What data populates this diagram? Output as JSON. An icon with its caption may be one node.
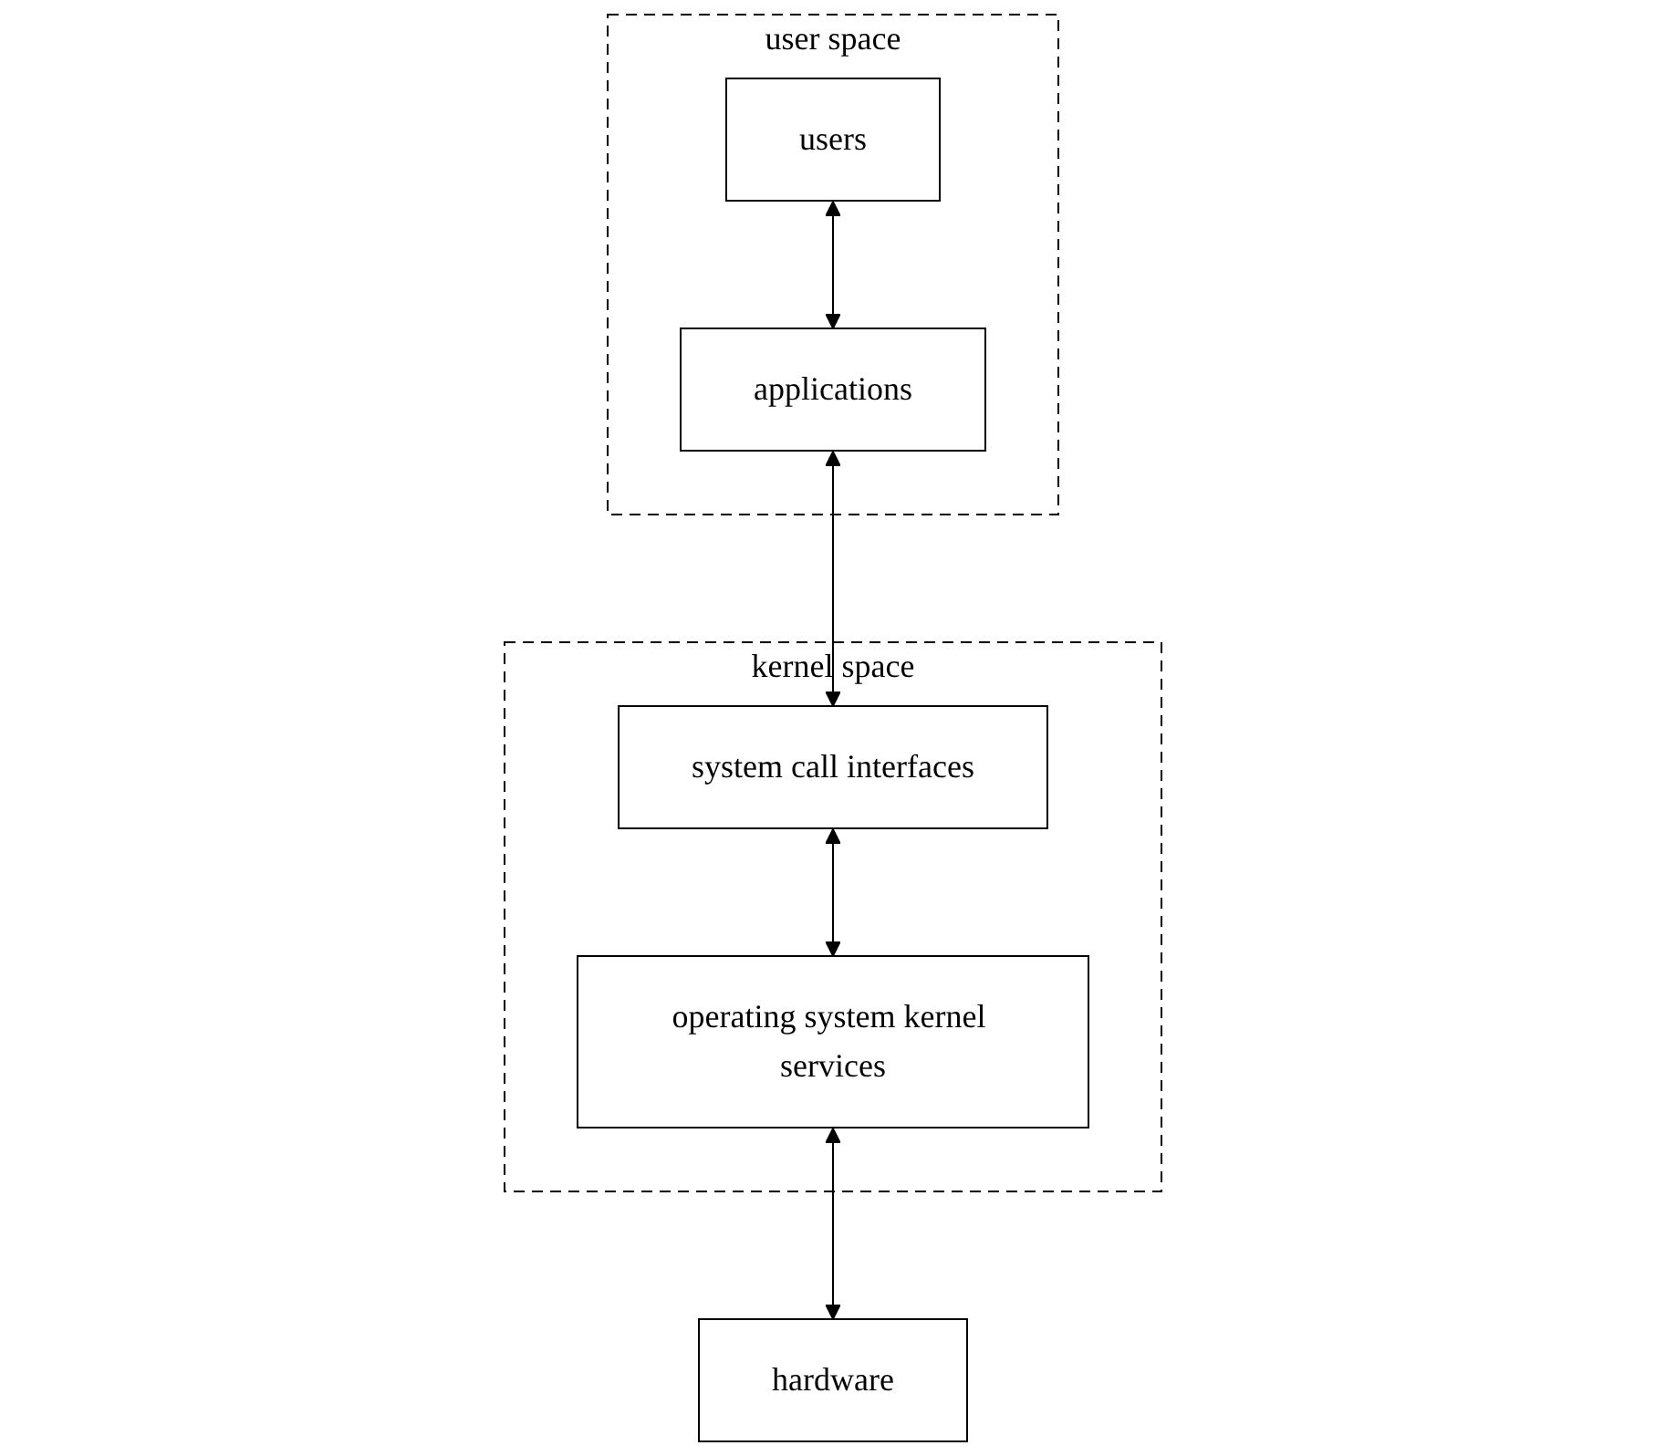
{
  "diagram": {
    "nodes": [
      {
        "text": [
          "user space"
        ]
      },
      {
        "text": [
          "users"
        ],
        "in": 0
      },
      {
        "text": [
          "applications"
        ],
        "in": 0
      },
      {
        "text": [
          "kernel space"
        ]
      },
      {
        "text": [
          "system call interfaces"
        ],
        "in": 3
      },
      {
        "text": [
          "operating system kernel services"
        ],
        "in": 3
      },
      {
        "text": [
          "hardware"
        ]
      }
    ],
    "edges": [
      {
        "from": 1,
        "to": 2,
        "arrow": "both"
      },
      {
        "from": 2,
        "to": 4,
        "arrow": "both"
      },
      {
        "from": 4,
        "to": 5,
        "arrow": "both"
      },
      {
        "from": 5,
        "to": 6,
        "arrow": "both"
      }
    ]
  }
}
